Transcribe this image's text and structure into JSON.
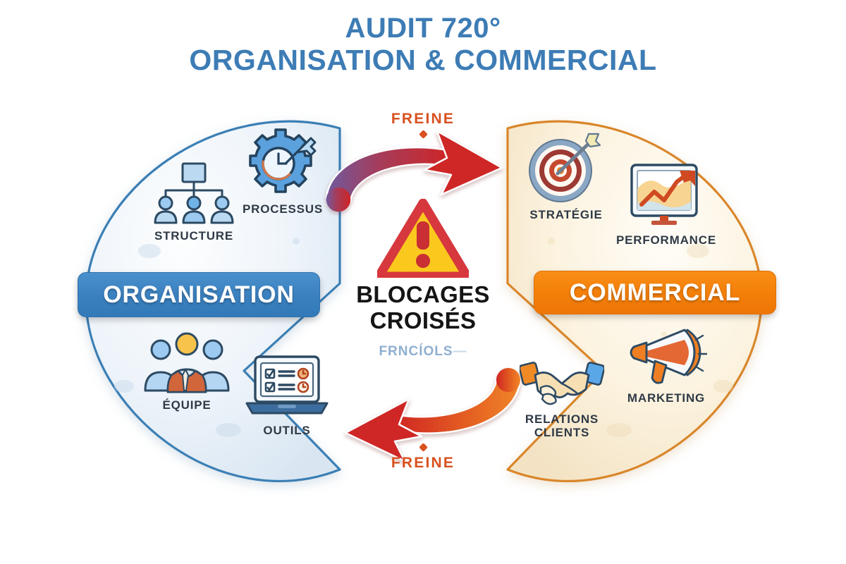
{
  "title": {
    "line1": "AUDIT 720°",
    "line2": "ORGANISATION & COMMERCIAL",
    "color": "#3d7cb5"
  },
  "center": {
    "warning_icon": "warning-triangle-icon",
    "heading_line1": "BLOCAGES",
    "heading_line2": "CROISÉS",
    "watermark": "FRNCÍOLS",
    "watermark_dash": "—",
    "warning_fill": "#FBC91E",
    "warning_stroke": "#D6383D"
  },
  "left_panel": {
    "badge_label": "ORGANISATION",
    "badge_color": "#3b81bf",
    "fill_color": "#e8eff7",
    "stroke_color": "#3b7fb5",
    "items": [
      {
        "label": "STRUCTURE",
        "icon": "org-chart-icon"
      },
      {
        "label": "PROCESSUS",
        "icon": "gear-clock-icon"
      },
      {
        "label": "ÉQUIPE",
        "icon": "team-people-icon"
      },
      {
        "label": "OUTILS",
        "icon": "laptop-checklist-icon"
      }
    ]
  },
  "right_panel": {
    "badge_label": "COMMERCIAL",
    "badge_color": "#f37f09",
    "fill_color": "#fbf0da",
    "stroke_color": "#d9862c",
    "items": [
      {
        "label": "STRATÉGIE",
        "icon": "target-arrow-icon"
      },
      {
        "label": "PERFORMANCE",
        "icon": "chart-monitor-icon"
      },
      {
        "label": "RELATIONS\nCLIENTS",
        "icon": "handshake-icon"
      },
      {
        "label": "MARKETING",
        "icon": "megaphone-icon"
      }
    ]
  },
  "arrows": [
    {
      "name": "arrow-top",
      "label": "FREINE",
      "direction": "left-to-right",
      "start_color": "#6e5a9e",
      "end_color": "#cf2525",
      "label_color": "#d9511f"
    },
    {
      "name": "arrow-bottom",
      "label": "FREINE",
      "direction": "right-to-left",
      "start_color": "#f0862a",
      "end_color": "#cf2525",
      "label_color": "#d9511f"
    }
  ]
}
